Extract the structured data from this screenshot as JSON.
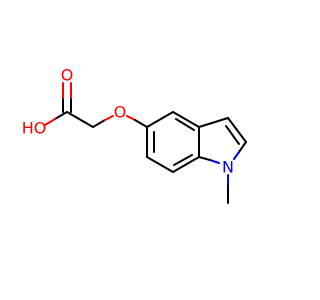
{
  "molecule": {
    "atoms": {
      "carbonyl_oxygen": "O",
      "hydroxyl": "HO",
      "ether_oxygen": "O",
      "indole_nitrogen": "N"
    },
    "colors": {
      "oxygen": "#ff0000",
      "nitrogen": "#0000ff",
      "carbon": "#000000",
      "background": "#ffffff"
    }
  }
}
